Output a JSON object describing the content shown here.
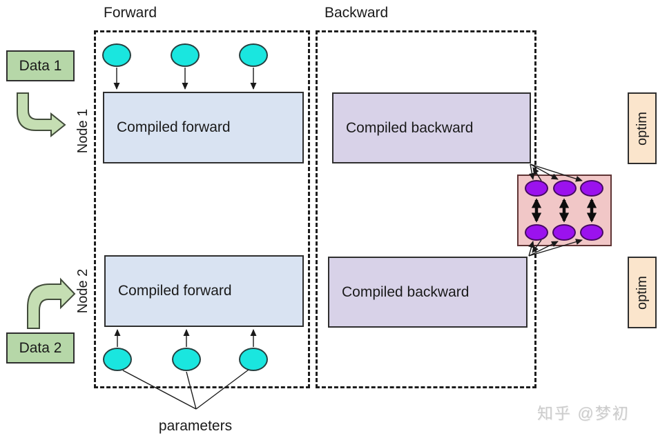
{
  "header": {
    "forward_label": "Forward",
    "backward_label": "Backward"
  },
  "nodes": [
    {
      "name": "Node 1",
      "data_label": "Data 1",
      "forward_label": "Compiled forward",
      "backward_label": "Compiled backward",
      "optim_label": "optim"
    },
    {
      "name": "Node 2",
      "data_label": "Data 2",
      "forward_label": "Compiled forward",
      "backward_label": "Compiled backward",
      "optim_label": "optim"
    }
  ],
  "footer": {
    "parameters_label": "parameters"
  },
  "watermark": {
    "text": "知乎 @梦初"
  },
  "colors": {
    "data_box": "#b6d7a8",
    "arrow_green": "#c5deb3",
    "forward_box": "#d9e3f2",
    "backward_box": "#d8d2e8",
    "optim_box": "#fbe5cc",
    "sync_box": "#f1c7c7",
    "input_ellipse": "#1ae6df",
    "grad_ellipse": "#9b12ee",
    "line": "#1a1a1a"
  }
}
